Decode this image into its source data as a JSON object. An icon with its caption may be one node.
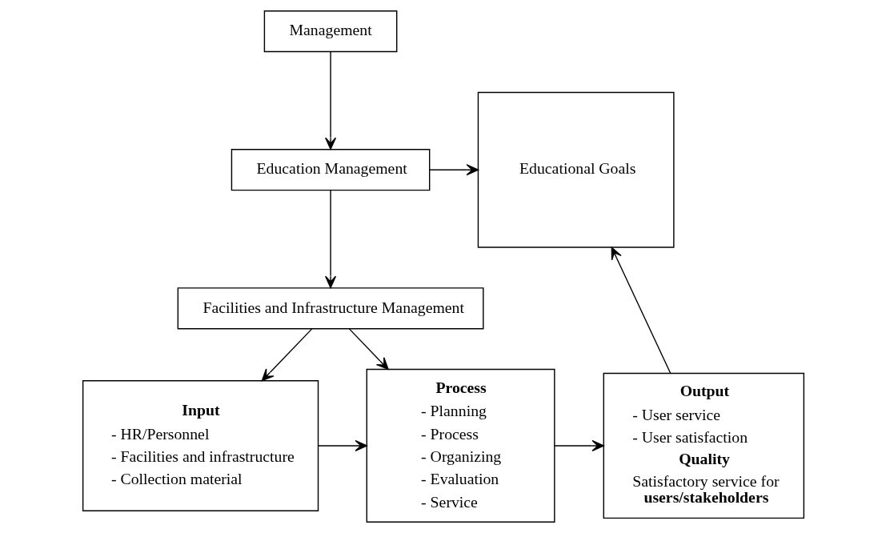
{
  "diagram": {
    "nodes": [
      {
        "text": [
          "Management"
        ]
      },
      {
        "text": [
          "Education Management"
        ]
      },
      {
        "text": [
          "Educational Goals"
        ]
      },
      {
        "text": [
          "Facilities and Infrastructure Management"
        ]
      },
      {
        "text": [
          "Input",
          "- HR/Personnel",
          "- Facilities and infrastructure",
          "- Collection material"
        ]
      },
      {
        "text": [
          "Process",
          "- Planning",
          "- Process",
          "- Organizing",
          "- Evaluation",
          "- Service"
        ]
      },
      {
        "text": [
          "Output",
          "- User service",
          "- User satisfaction",
          "Quality",
          "Satisfactory service for **users/stakeholders**"
        ]
      }
    ],
    "edges": [
      {
        "from": 0,
        "to": 1,
        "arrow": "to"
      },
      {
        "from": 1,
        "to": 2,
        "arrow": "to"
      },
      {
        "from": 1,
        "to": 3,
        "arrow": "to"
      },
      {
        "from": 3,
        "to": 4,
        "arrow": "to"
      },
      {
        "from": 3,
        "to": 5,
        "arrow": "to"
      },
      {
        "from": 4,
        "to": 5,
        "arrow": "to"
      },
      {
        "from": 5,
        "to": 6,
        "arrow": "to"
      },
      {
        "from": 6,
        "to": 2,
        "arrow": "to"
      }
    ]
  }
}
